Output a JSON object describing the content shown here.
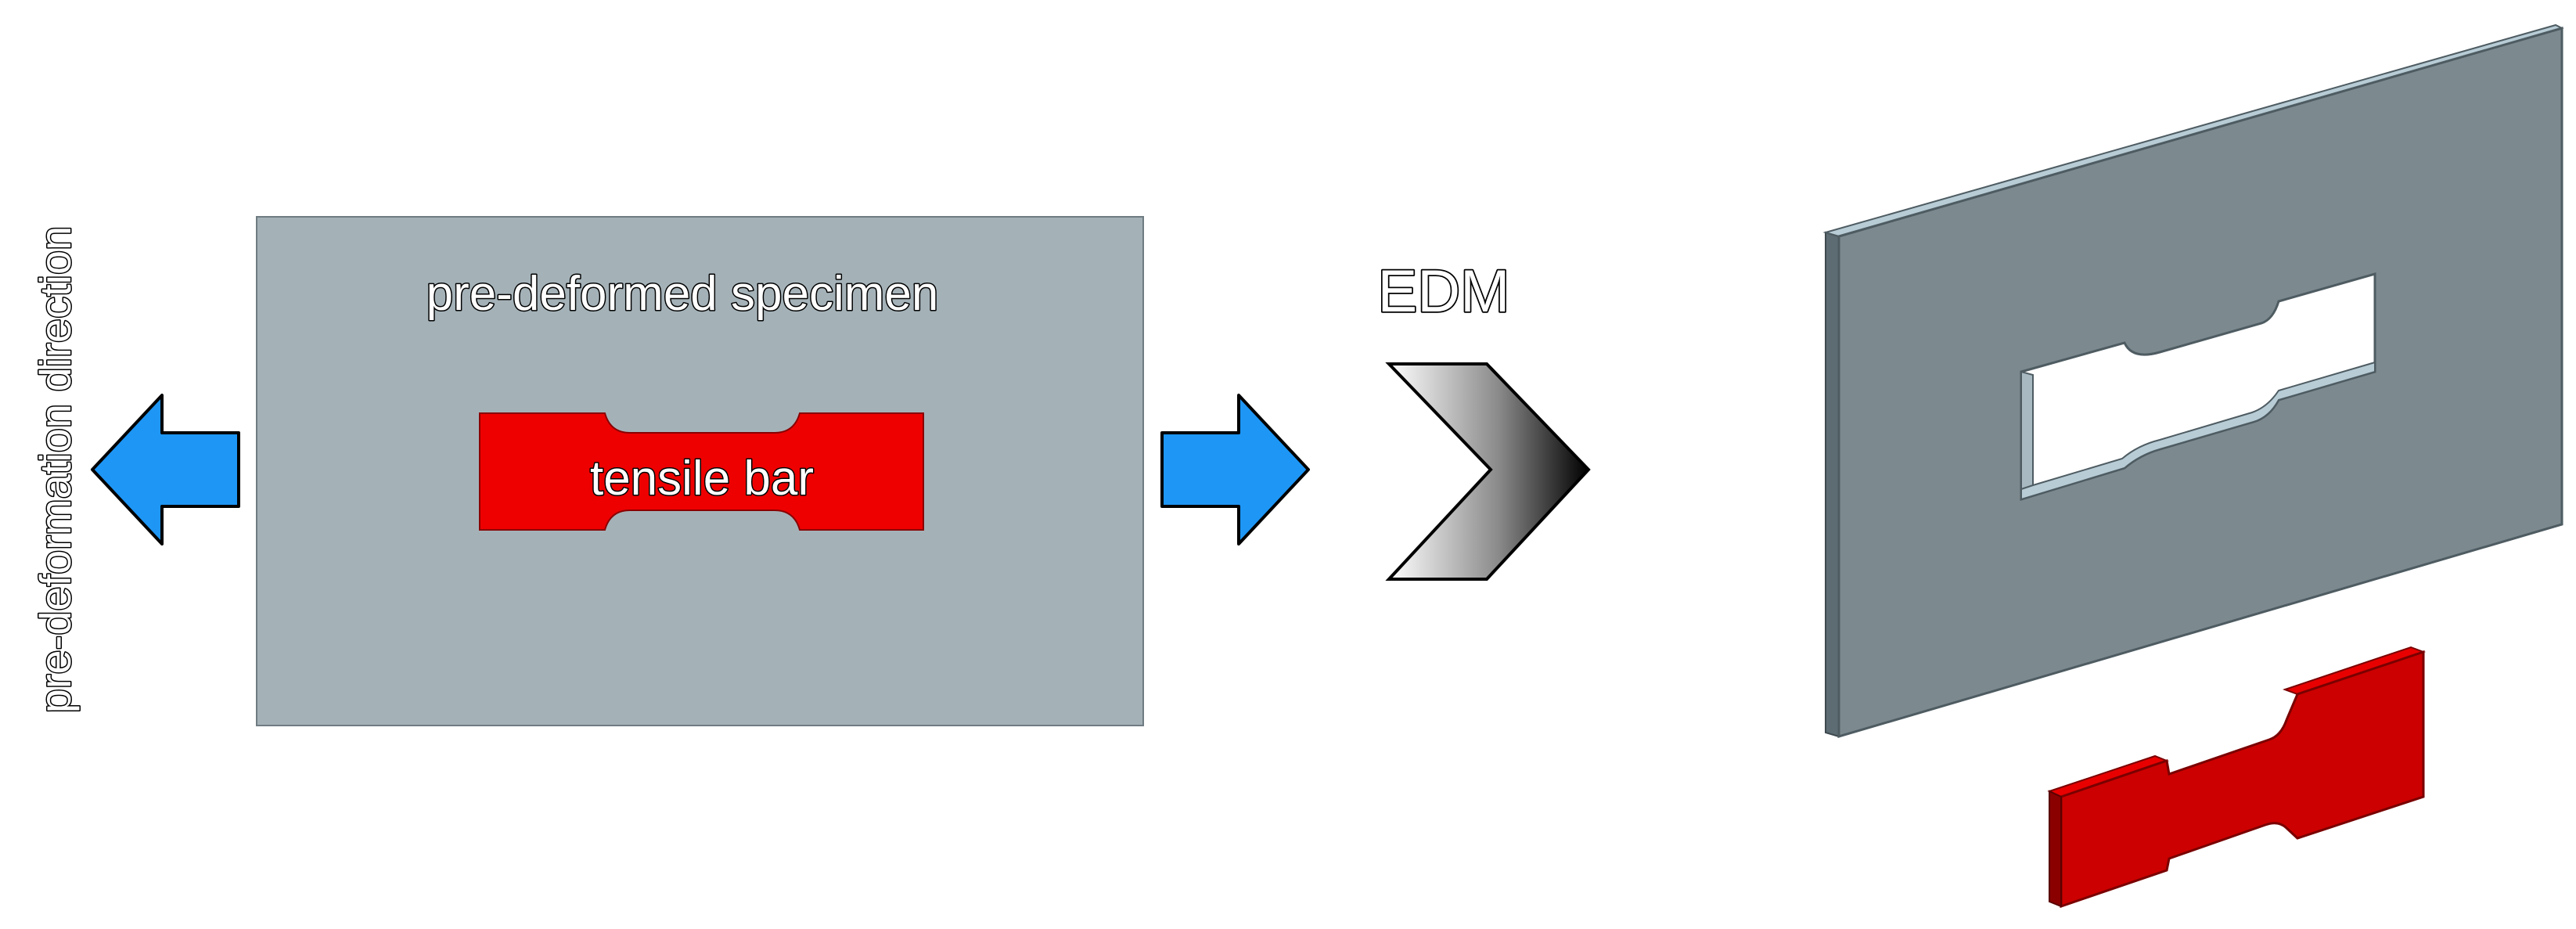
{
  "labels": {
    "direction": "pre-deformation direction",
    "specimen": "pre-deformed specimen",
    "bar": "tensile bar",
    "process": "EDM"
  },
  "colors": {
    "arrow": "#1e96f5",
    "specimen_flat": "#a4b2b8",
    "plate_face": "#7c8a90",
    "plate_edge": "#b8ccd6",
    "plate_dark": "#5d6c72",
    "bar": "#ee0000",
    "bar_3d": "#cc0000"
  }
}
